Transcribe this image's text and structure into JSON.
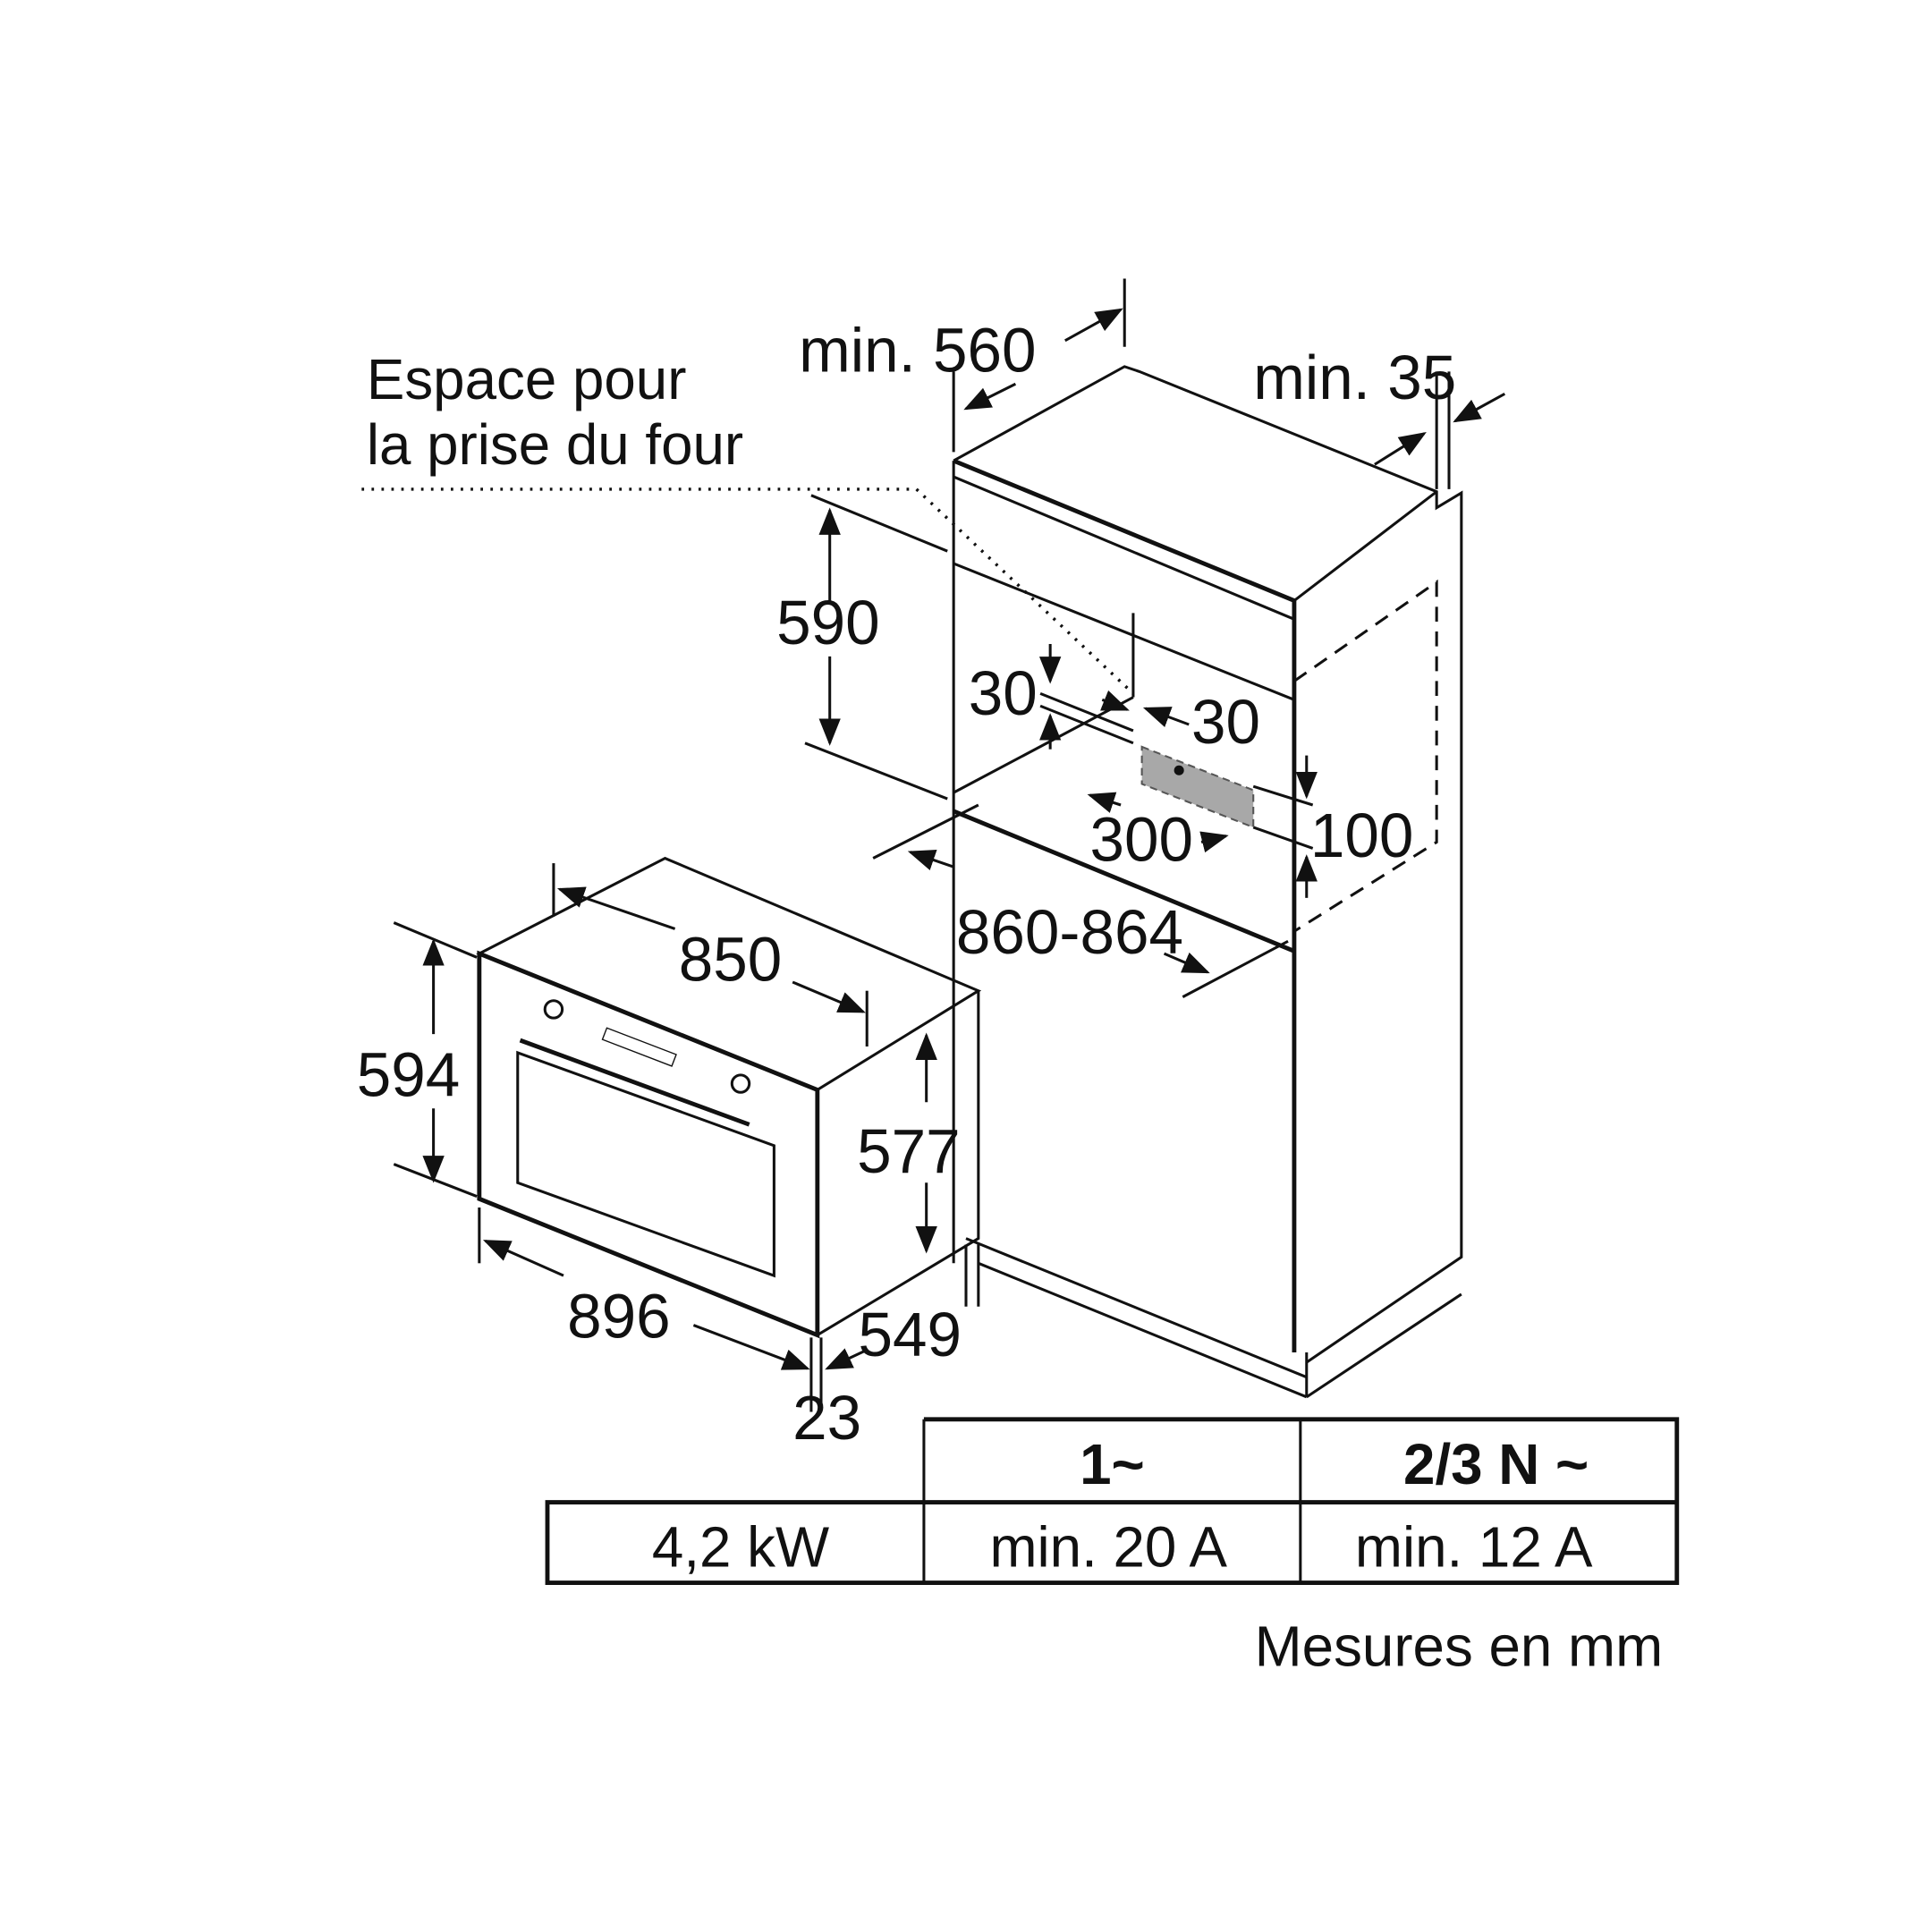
{
  "labels": {
    "socket_space_line1": "Espace pour",
    "socket_space_line2": "la prise du four",
    "units_note": "Mesures en mm"
  },
  "cabinet_dimensions": {
    "depth_min": "min. 560",
    "back_gap_min": "min. 35",
    "niche_height": "590",
    "offset_top": "30",
    "offset_side": "30",
    "socket_width": "300",
    "socket_height": "100",
    "niche_width": "860-864"
  },
  "oven_dimensions": {
    "body_width": "850",
    "front_height": "594",
    "body_height": "577",
    "front_width": "896",
    "depth": "549",
    "front_thickness": "23"
  },
  "power_table": {
    "headers": [
      "",
      "1~",
      "2/3 N ~"
    ],
    "row": [
      "4,2 kW",
      "min. 20 A",
      "min. 12 A"
    ]
  },
  "colors": {
    "line": "#111111",
    "socket_fill": "#a8a8a8",
    "background": "#ffffff"
  }
}
